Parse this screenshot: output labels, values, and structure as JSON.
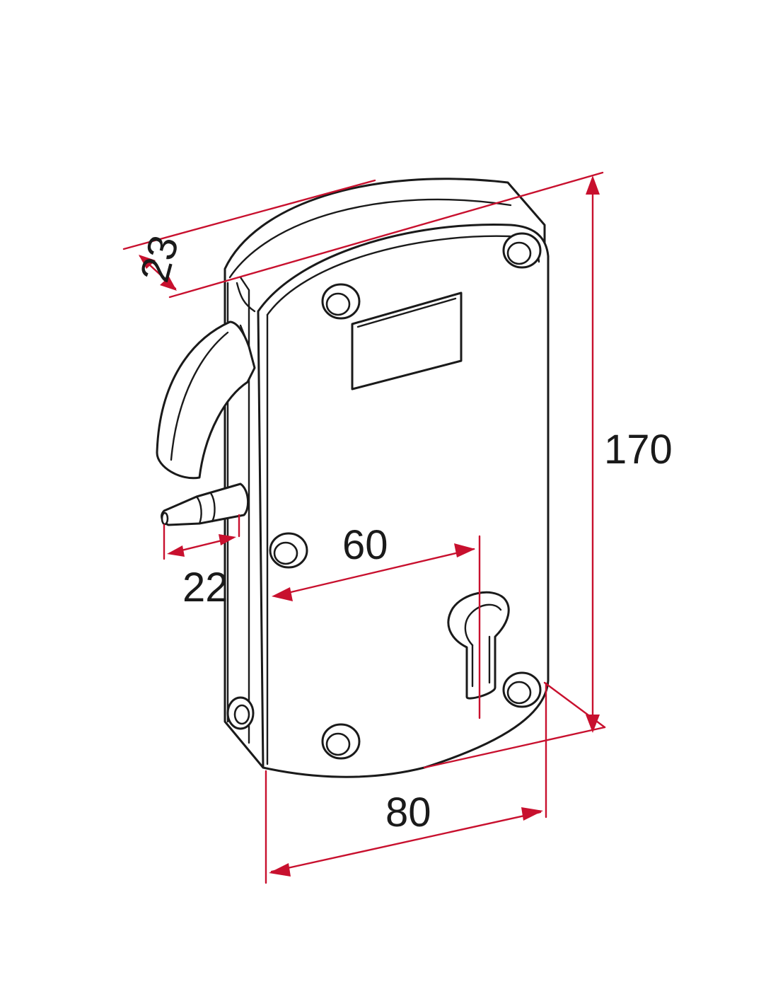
{
  "diagram": {
    "dimensions": {
      "depth": {
        "value": "23",
        "unit": ""
      },
      "height": {
        "value": "170",
        "unit": ""
      },
      "width": {
        "value": "80",
        "unit": ""
      },
      "backset": {
        "value": "60",
        "unit": ""
      },
      "bolt_projection": {
        "value": "22",
        "unit": ""
      }
    },
    "colors": {
      "dimension_lines": "#c8102e",
      "outline": "#1a1a1a",
      "background": "#ffffff"
    }
  }
}
